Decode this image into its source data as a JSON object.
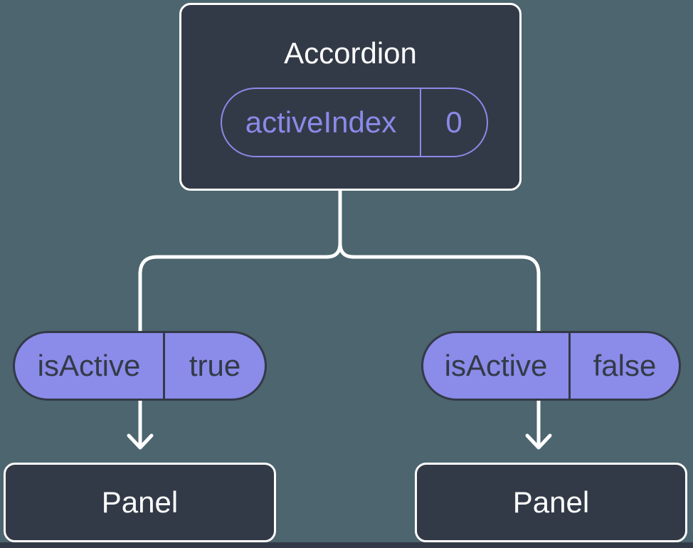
{
  "diagram": {
    "root": {
      "title": "Accordion",
      "state": {
        "name": "activeIndex",
        "value": "0"
      }
    },
    "branches": [
      {
        "prop": {
          "name": "isActive",
          "value": "true"
        },
        "child": {
          "title": "Panel"
        }
      },
      {
        "prop": {
          "name": "isActive",
          "value": "false"
        },
        "child": {
          "title": "Panel"
        }
      }
    ]
  },
  "colors": {
    "background": "#4C656F",
    "node_fill": "#333A47",
    "node_border": "#FFFFFF",
    "accent_purple": "#8A8AE9",
    "pill_fill": "#8B8BE9",
    "dark_text": "#333A47",
    "connector": "#FFFFFF"
  }
}
